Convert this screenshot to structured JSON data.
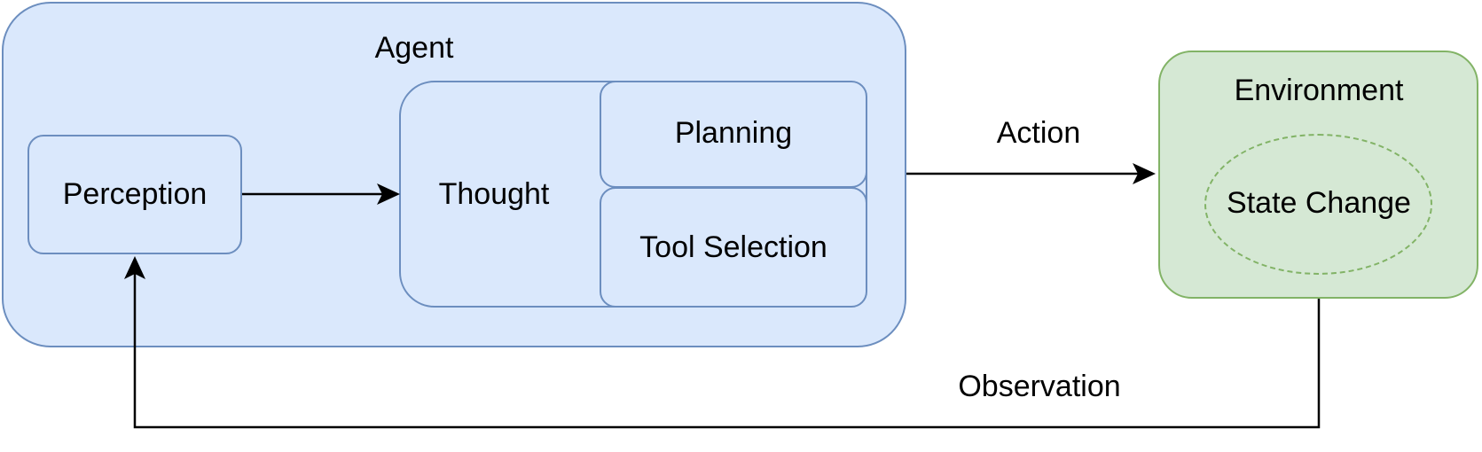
{
  "diagram": {
    "agent": {
      "label": "Agent"
    },
    "perception": {
      "label": "Perception"
    },
    "thought": {
      "label": "Thought"
    },
    "planning": {
      "label": "Planning"
    },
    "tool_selection": {
      "label": "Tool Selection"
    },
    "environment": {
      "label": "Environment"
    },
    "state_change": {
      "label": "State Change"
    },
    "edges": {
      "action": "Action",
      "observation": "Observation"
    }
  },
  "colors": {
    "agent_fill": "#dae8fc",
    "agent_stroke": "#6c8ebf",
    "environment_fill": "#d5e8d4",
    "environment_stroke": "#82b366",
    "arrow": "#000000"
  }
}
